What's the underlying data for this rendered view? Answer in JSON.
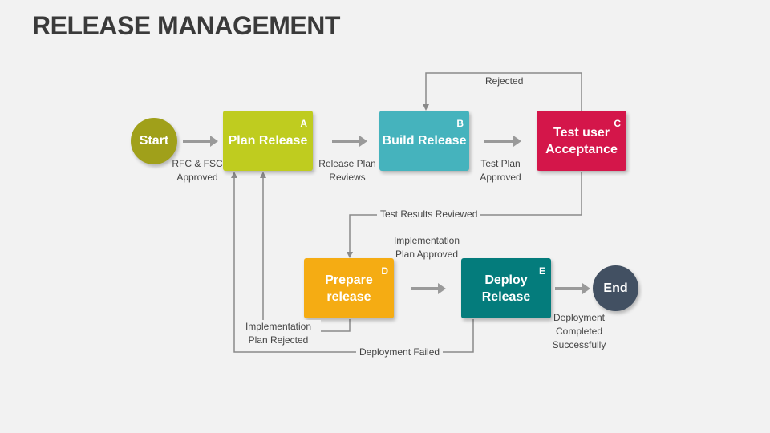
{
  "title": "RELEASE MANAGEMENT",
  "nodes": {
    "start": {
      "label": "Start",
      "color": "#a0a01a"
    },
    "plan": {
      "label": "Plan Release",
      "letter": "A",
      "color": "#bfcc1f"
    },
    "build": {
      "label": "Build Release",
      "letter": "B",
      "color": "#45b3bd"
    },
    "test": {
      "label_line1": "Test user",
      "label_line2": "Acceptance",
      "letter": "C",
      "color": "#d4164a"
    },
    "prepare": {
      "label_line1": "Prepare",
      "label_line2": "release",
      "letter": "D",
      "color": "#f5ac13"
    },
    "deploy": {
      "label_line1": "Deploy",
      "label_line2": "Release",
      "letter": "E",
      "color": "#047c7c"
    },
    "end": {
      "label": "End",
      "color": "#425062"
    }
  },
  "edges": {
    "rfc_line1": "RFC & FSC",
    "rfc_line2": "Approved",
    "review_line1": "Release Plan",
    "review_line2": "Reviews",
    "test_plan_line1": "Test Plan",
    "test_plan_line2": "Approved",
    "rejected": "Rejected",
    "test_results": "Test Results Reviewed",
    "impl_approved_line1": "Implementation",
    "impl_approved_line2": "Plan Approved",
    "impl_rejected_line1": "Implementation",
    "impl_rejected_line2": "Plan Rejected",
    "deploy_failed": "Deployment Failed",
    "deploy_completed_line1": "Deployment",
    "deploy_completed_line2": "Completed",
    "deploy_completed_line3": "Successfully"
  }
}
